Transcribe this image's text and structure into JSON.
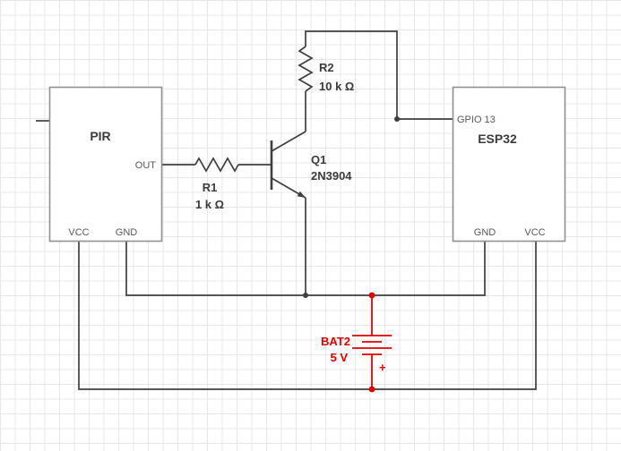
{
  "components": {
    "pir": {
      "name": "PIR",
      "pins": {
        "out": "OUT",
        "vcc": "VCC",
        "gnd": "GND"
      }
    },
    "esp32": {
      "name": "ESP32",
      "pins": {
        "gpio13": "GPIO 13",
        "gnd": "GND",
        "vcc": "VCC"
      }
    },
    "r1": {
      "ref": "R1",
      "value": "1 k Ω"
    },
    "r2": {
      "ref": "R2",
      "value": "10 k Ω"
    },
    "q1": {
      "ref": "Q1",
      "part": "2N3904"
    },
    "bat2": {
      "ref": "BAT2",
      "value": "5 V",
      "polarity": "+"
    }
  },
  "colors": {
    "background": "#ffffff",
    "grid": "#e5e8eb",
    "wire": "#3f3f3f",
    "component_border": "#8f9193",
    "label": "#3b3b3b",
    "pin_label": "#595959",
    "battery": "#e60000"
  }
}
